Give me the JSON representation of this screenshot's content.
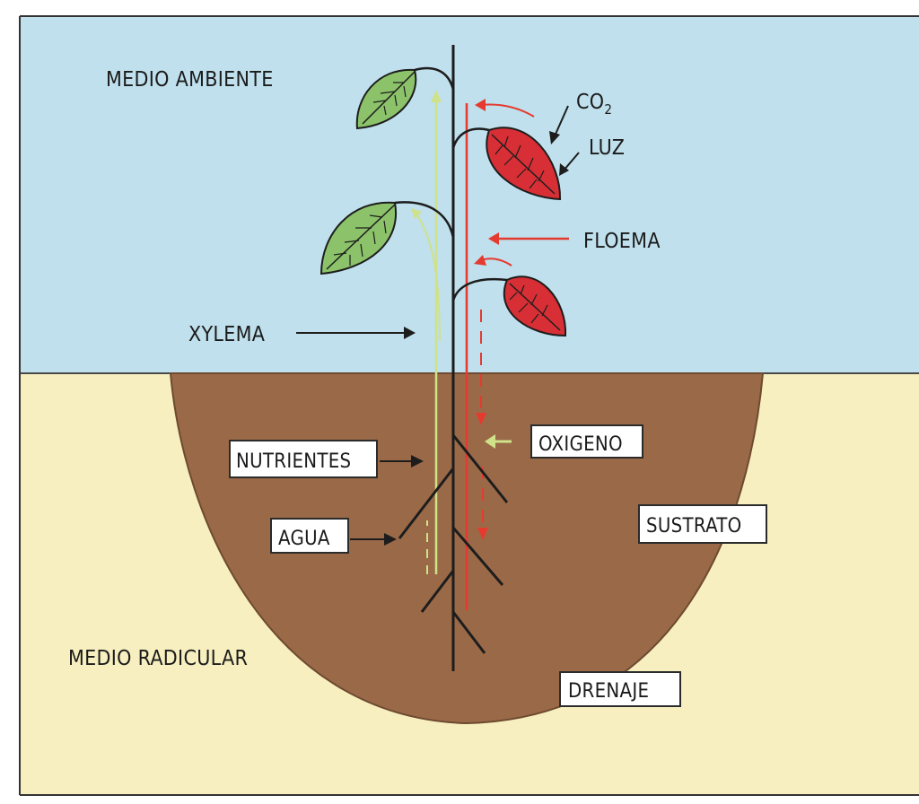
{
  "labels": {
    "medio_ambiente": "MEDIO AMBIENTE",
    "co2": "CO",
    "co2_subscript": "2",
    "luz": "LUZ",
    "floema": "FLOEMA",
    "xylema": "XYLEMA",
    "nutrientes": "NUTRIENTES",
    "oxigeno": "OXIGENO",
    "agua": "AGUA",
    "sustrato": "SUSTRATO",
    "medio_radicular": "MEDIO RADICULAR",
    "drenaje": "DRENAJE"
  },
  "colors": {
    "sky": "#bfe0ec",
    "ground": "#f7efbf",
    "soil": "#9a6a48",
    "stem": "#1d1d1d",
    "phloem": "#e53a2f",
    "xylem": "#cfe28a",
    "leaf_green": "#8cc36a",
    "leaf_red": "#d72f35"
  }
}
